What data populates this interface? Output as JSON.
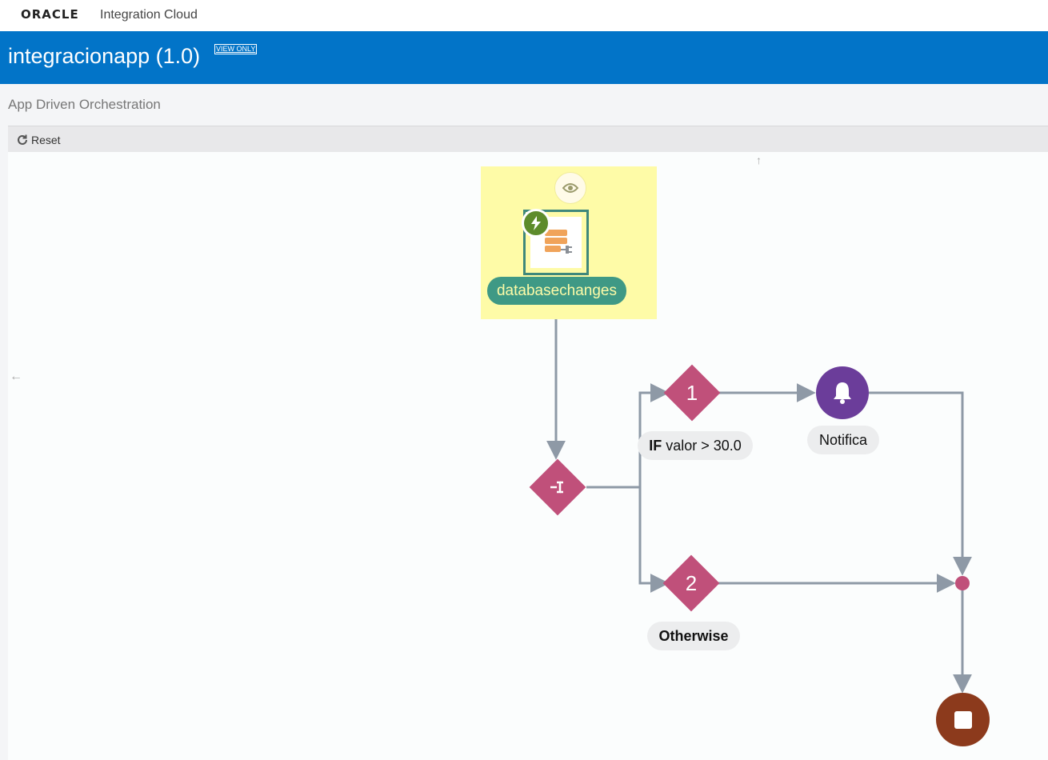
{
  "topbar": {
    "brand": "ORACLE",
    "product": "Integration Cloud"
  },
  "header": {
    "title": "integracionapp (1.0)",
    "badge": "VIEW ONLY"
  },
  "subtitle": "App Driven Orchestration",
  "toolbar": {
    "reset_label": "Reset"
  },
  "canvas": {
    "nav_up": "↑",
    "nav_left": "←",
    "trigger": {
      "label": "databasechanges",
      "icon": "database-adapter-icon",
      "badge_icon": "lightning-icon"
    },
    "switch": {
      "icon": "switch-router-icon"
    },
    "branches": [
      {
        "number": "1",
        "condition_keyword": "IF",
        "condition_text": "valor > 30.0"
      },
      {
        "number": "2",
        "condition_keyword": "Otherwise",
        "condition_text": ""
      }
    ],
    "notification": {
      "label": "Notifica",
      "icon": "bell-icon"
    },
    "end": {
      "icon": "stop-icon"
    }
  },
  "colors": {
    "header": "#0274c8",
    "trigger": "#3f9985",
    "highlight": "#fefba7",
    "diamond": "#c0507a",
    "notification": "#6b3d9a",
    "stop": "#8c3a1c",
    "connector": "#8e99a6"
  }
}
